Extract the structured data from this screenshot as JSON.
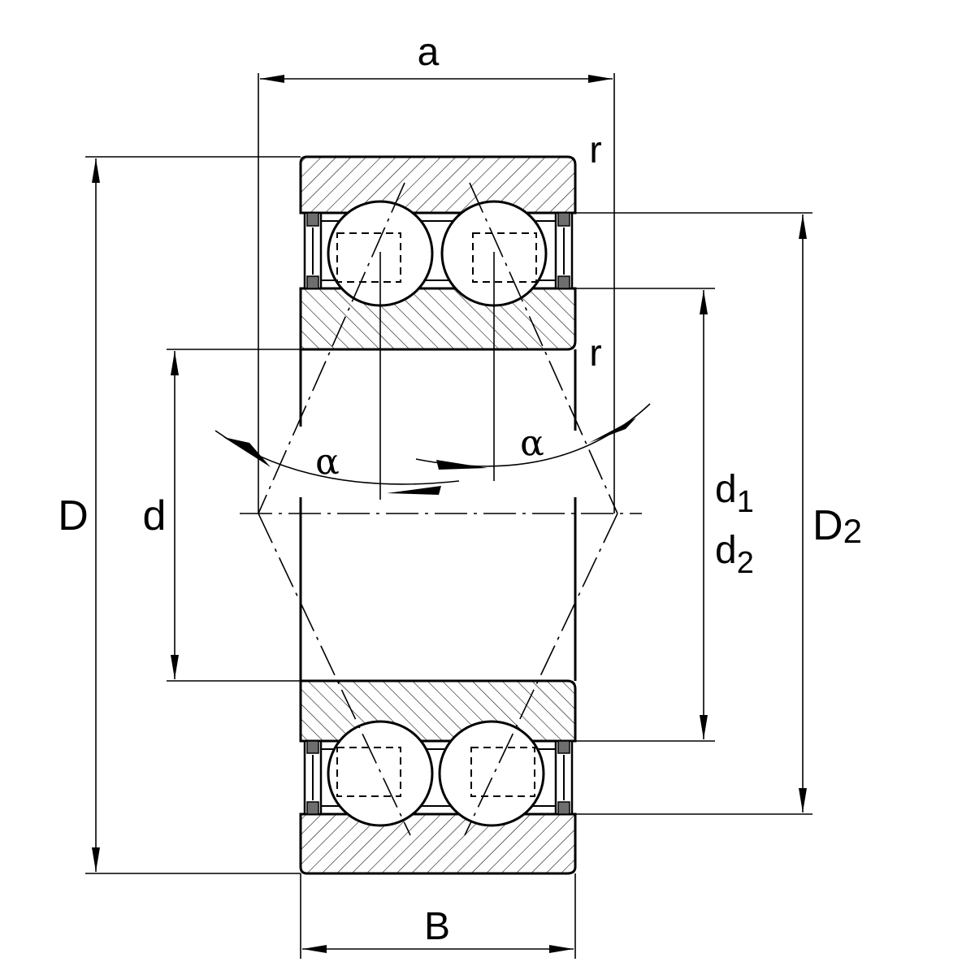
{
  "labels": {
    "a": "a",
    "r_top": "r",
    "r_mid": "r",
    "D": "D",
    "d": "d",
    "alpha_left": "α",
    "alpha_right": "α",
    "d1_base": "d",
    "d1_sub": "1",
    "d2_base": "d",
    "d2_sub": "2",
    "D2_base": "D",
    "D2_sub": "2",
    "B": "B"
  },
  "colors": {
    "line": "#000000",
    "seal": "#6e6e6e",
    "background": "#ffffff"
  }
}
